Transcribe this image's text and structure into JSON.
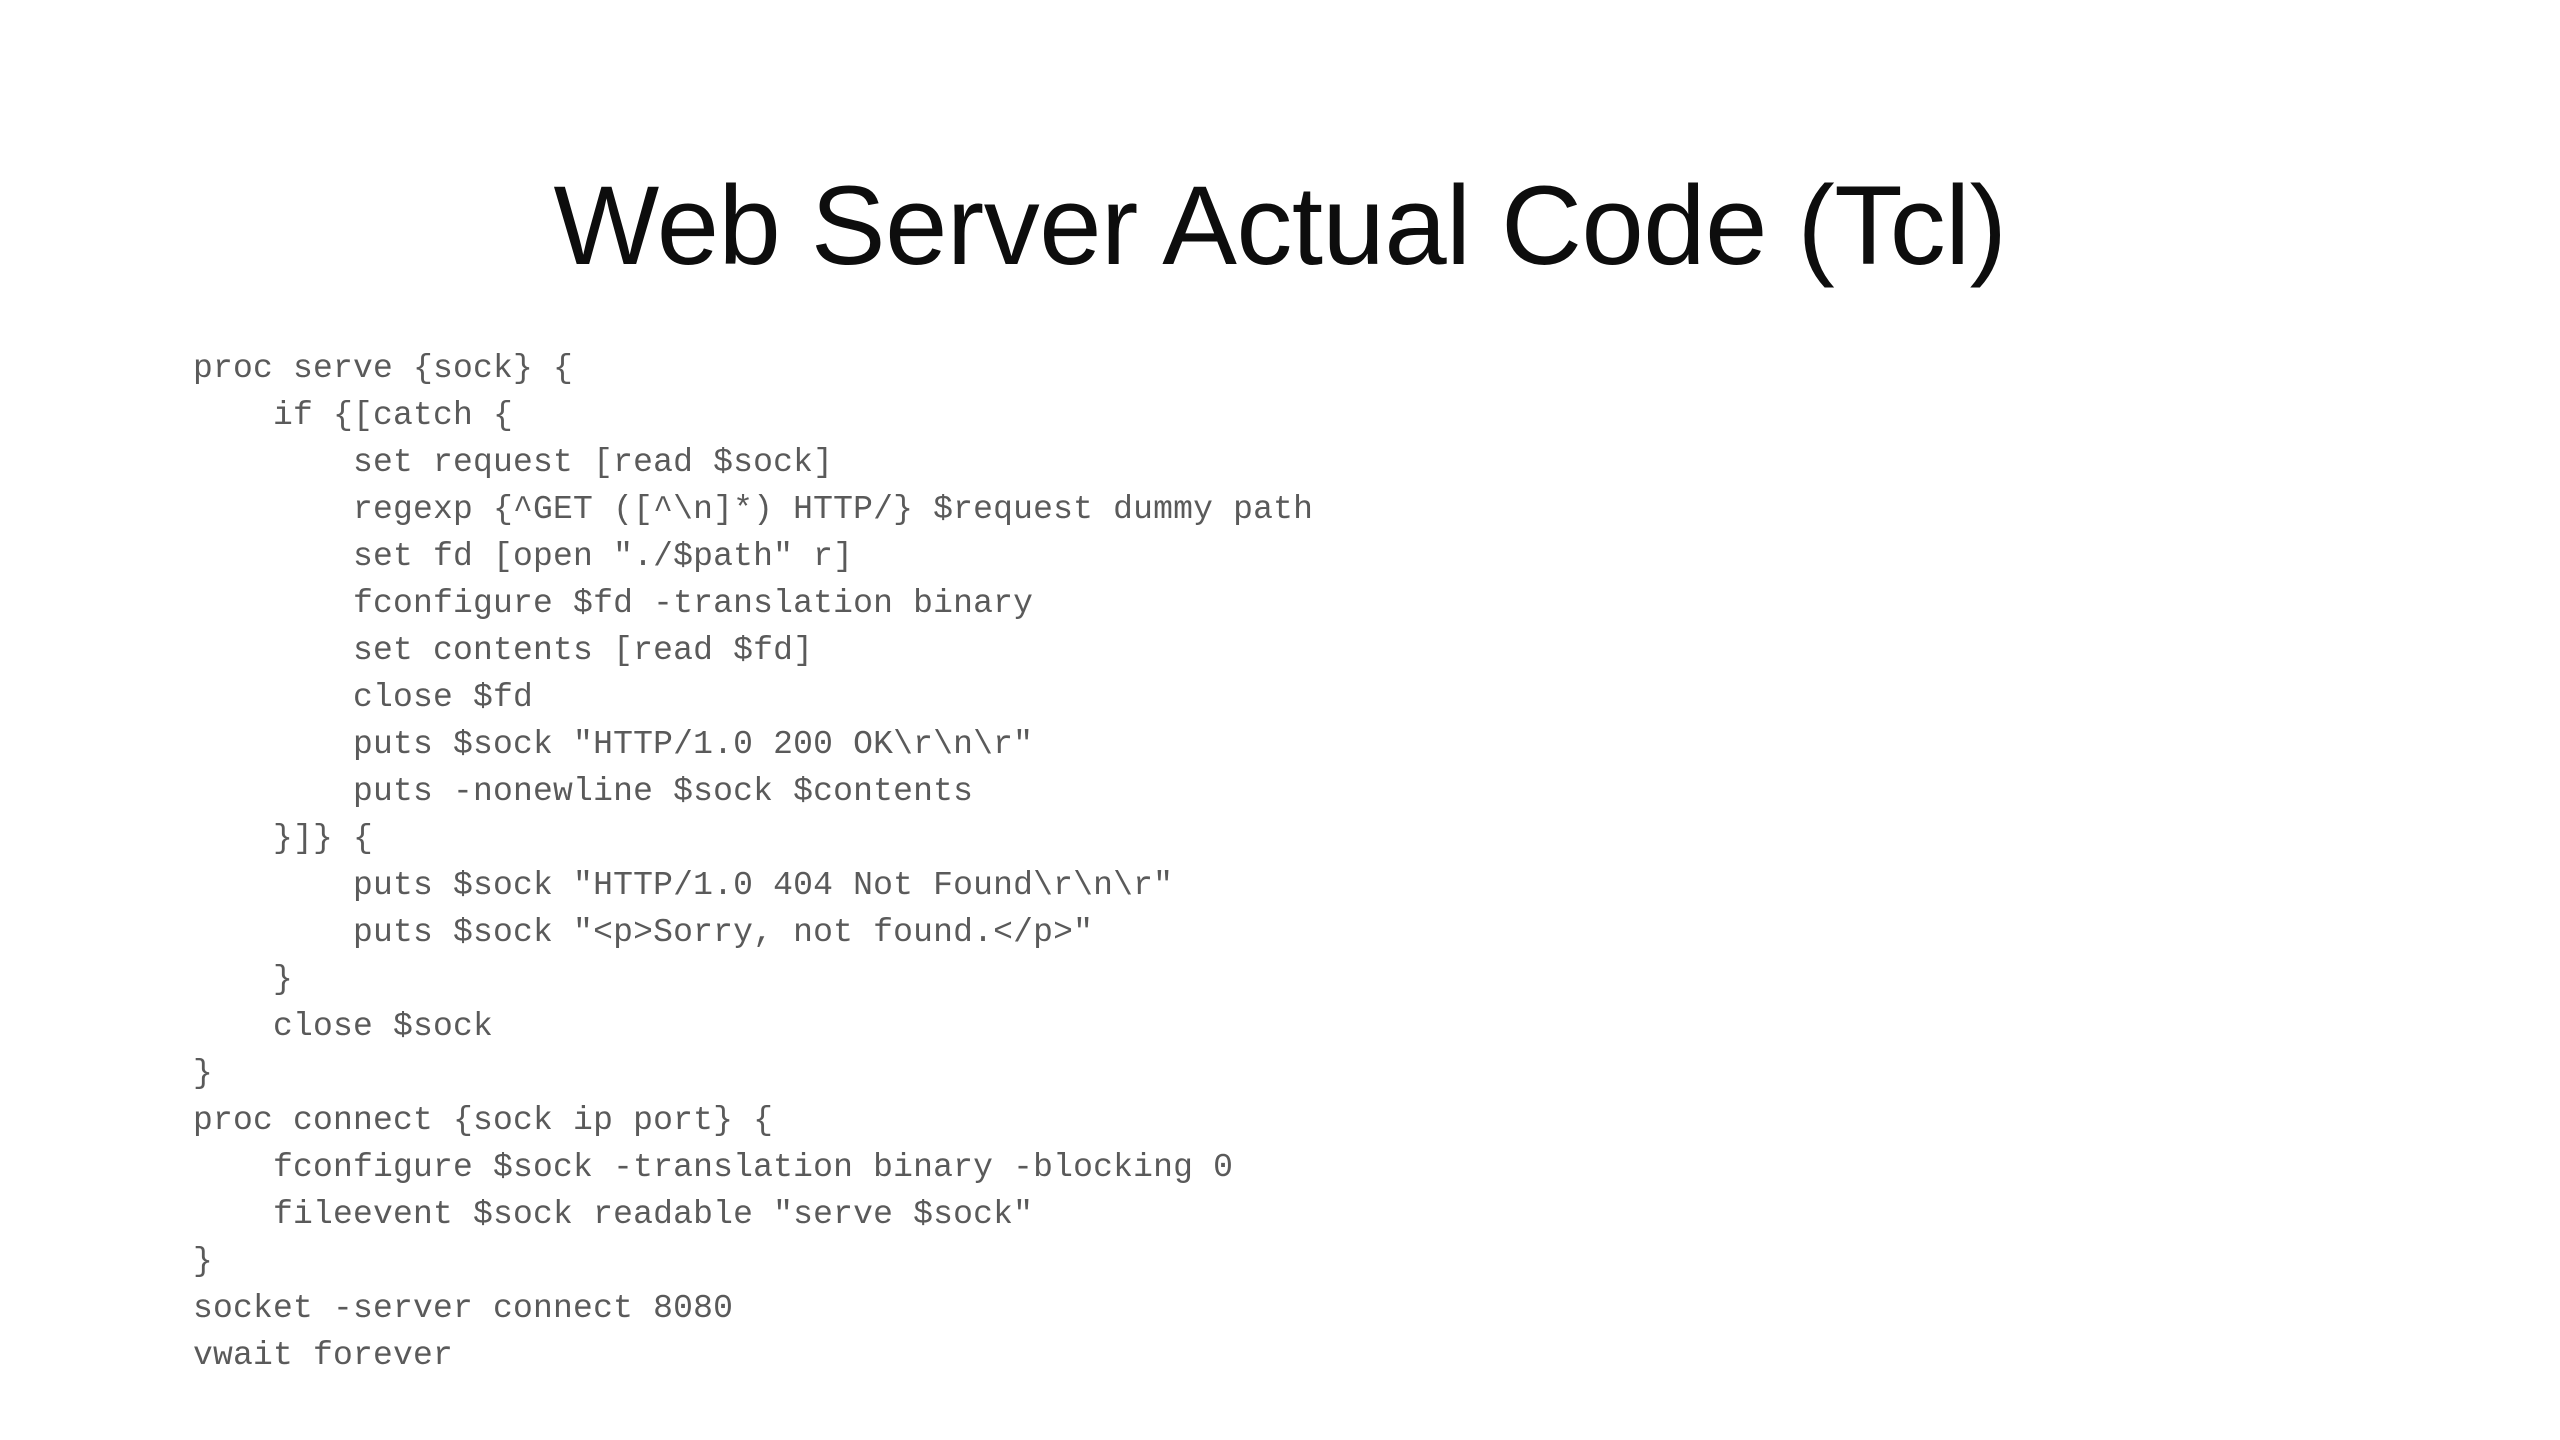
{
  "slide": {
    "title": "Web Server Actual Code (Tcl)",
    "background_color": "#ffffff",
    "title_color": "#0d0d0d",
    "code_color": "#5a5a5a",
    "language": "Tcl"
  },
  "code": {
    "lines": [
      "proc serve {sock} {",
      "    if {[catch {",
      "        set request [read $sock]",
      "        regexp {^GET ([^\\n]*) HTTP/} $request dummy path",
      "        set fd [open \"./$path\" r]",
      "        fconfigure $fd -translation binary",
      "        set contents [read $fd]",
      "        close $fd",
      "        puts $sock \"HTTP/1.0 200 OK\\r\\n\\r\"",
      "        puts -nonewline $sock $contents",
      "    }]} {",
      "        puts $sock \"HTTP/1.0 404 Not Found\\r\\n\\r\"",
      "        puts $sock \"<p>Sorry, not found.</p>\"",
      "    }",
      "    close $sock",
      "}",
      "proc connect {sock ip port} {",
      "    fconfigure $sock -translation binary -blocking 0",
      "    fileevent $sock readable \"serve $sock\"",
      "}",
      "socket -server connect 8080",
      "vwait forever"
    ]
  }
}
